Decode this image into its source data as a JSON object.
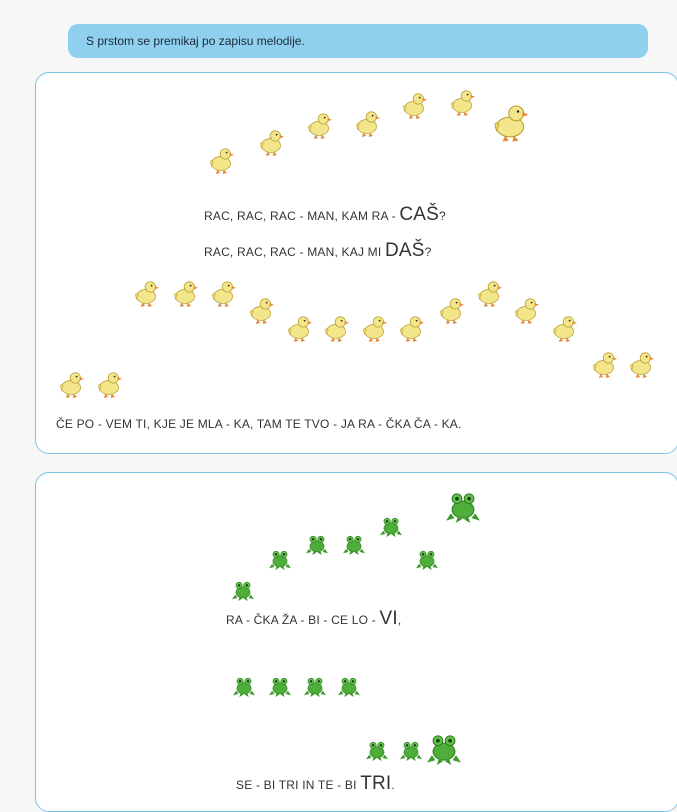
{
  "instruction": "S prstom se premikaj po zapisu melodije.",
  "duck_song": {
    "line1": {
      "text": "RAC,  RAC,  RAC - MAN,  KAM  RA -",
      "accent": "CAŠ",
      "end": "?"
    },
    "line2": {
      "text": "RAC,  RAC,  RAC - MAN,  KAJ  MI",
      "accent": "DAŠ",
      "end": "?"
    },
    "line3": {
      "text": "ČE   PO - VEM  TI,  KJE  JE  MLA - KA,  TAM  TE  TVO - JA  RA - ČKA  ČA - KA."
    }
  },
  "frog_song": {
    "line1": {
      "text": "RA - ČKA  ŽA - BI - CE   LO -",
      "accent": "VI",
      "end": ","
    },
    "line2": {
      "text": "SE - BI  TRI  IN    TE - BI",
      "accent": "TRI",
      "end": "."
    }
  },
  "colors": {
    "instruction_bg": "#8fd0ef",
    "panel_border": "#7cc3e6",
    "duck_body": "#f3e58a",
    "duck_beak": "#e8893a",
    "frog_body": "#4fae3a"
  },
  "icons": {
    "duck": "duck-icon",
    "frog": "frog-icon"
  }
}
